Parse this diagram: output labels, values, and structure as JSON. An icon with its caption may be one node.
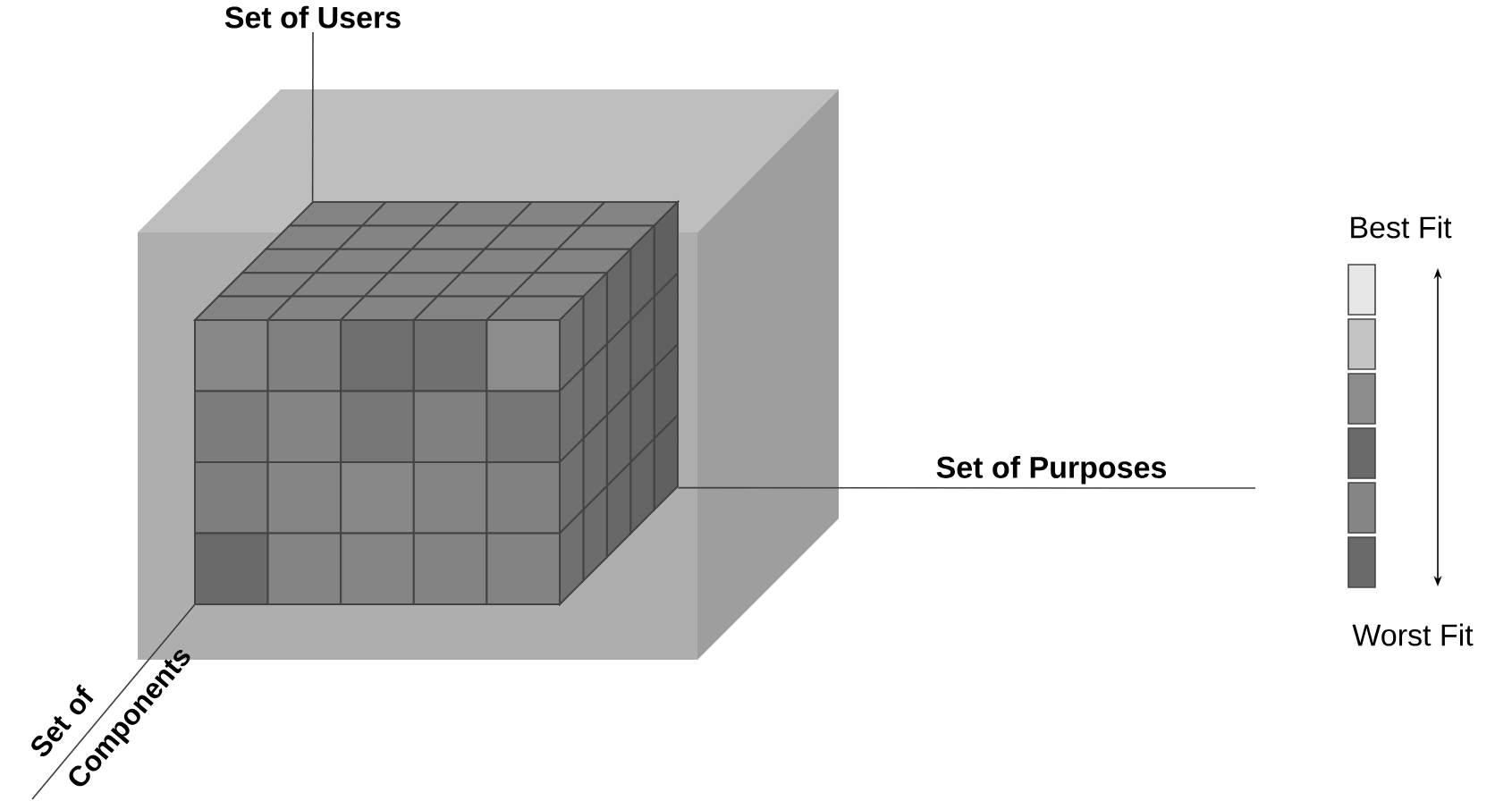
{
  "diagram": {
    "nodes": [
      {
        "text": [
          "Set of Users"
        ]
      },
      {
        "text": [],
        "shape": "picture"
      },
      {
        "text": [
          "Set of Purposes"
        ]
      },
      {
        "text": [
          "Set of Components"
        ]
      }
    ],
    "edges": [
      {
        "from": 0,
        "to": 1,
        "arrow": "none"
      },
      {
        "from": 2,
        "to": 1,
        "arrow": "none"
      },
      {
        "from": 3,
        "to": 1,
        "arrow": "none"
      }
    ],
    "labels": [
      "Best Fit",
      "Worst Fit"
    ]
  }
}
